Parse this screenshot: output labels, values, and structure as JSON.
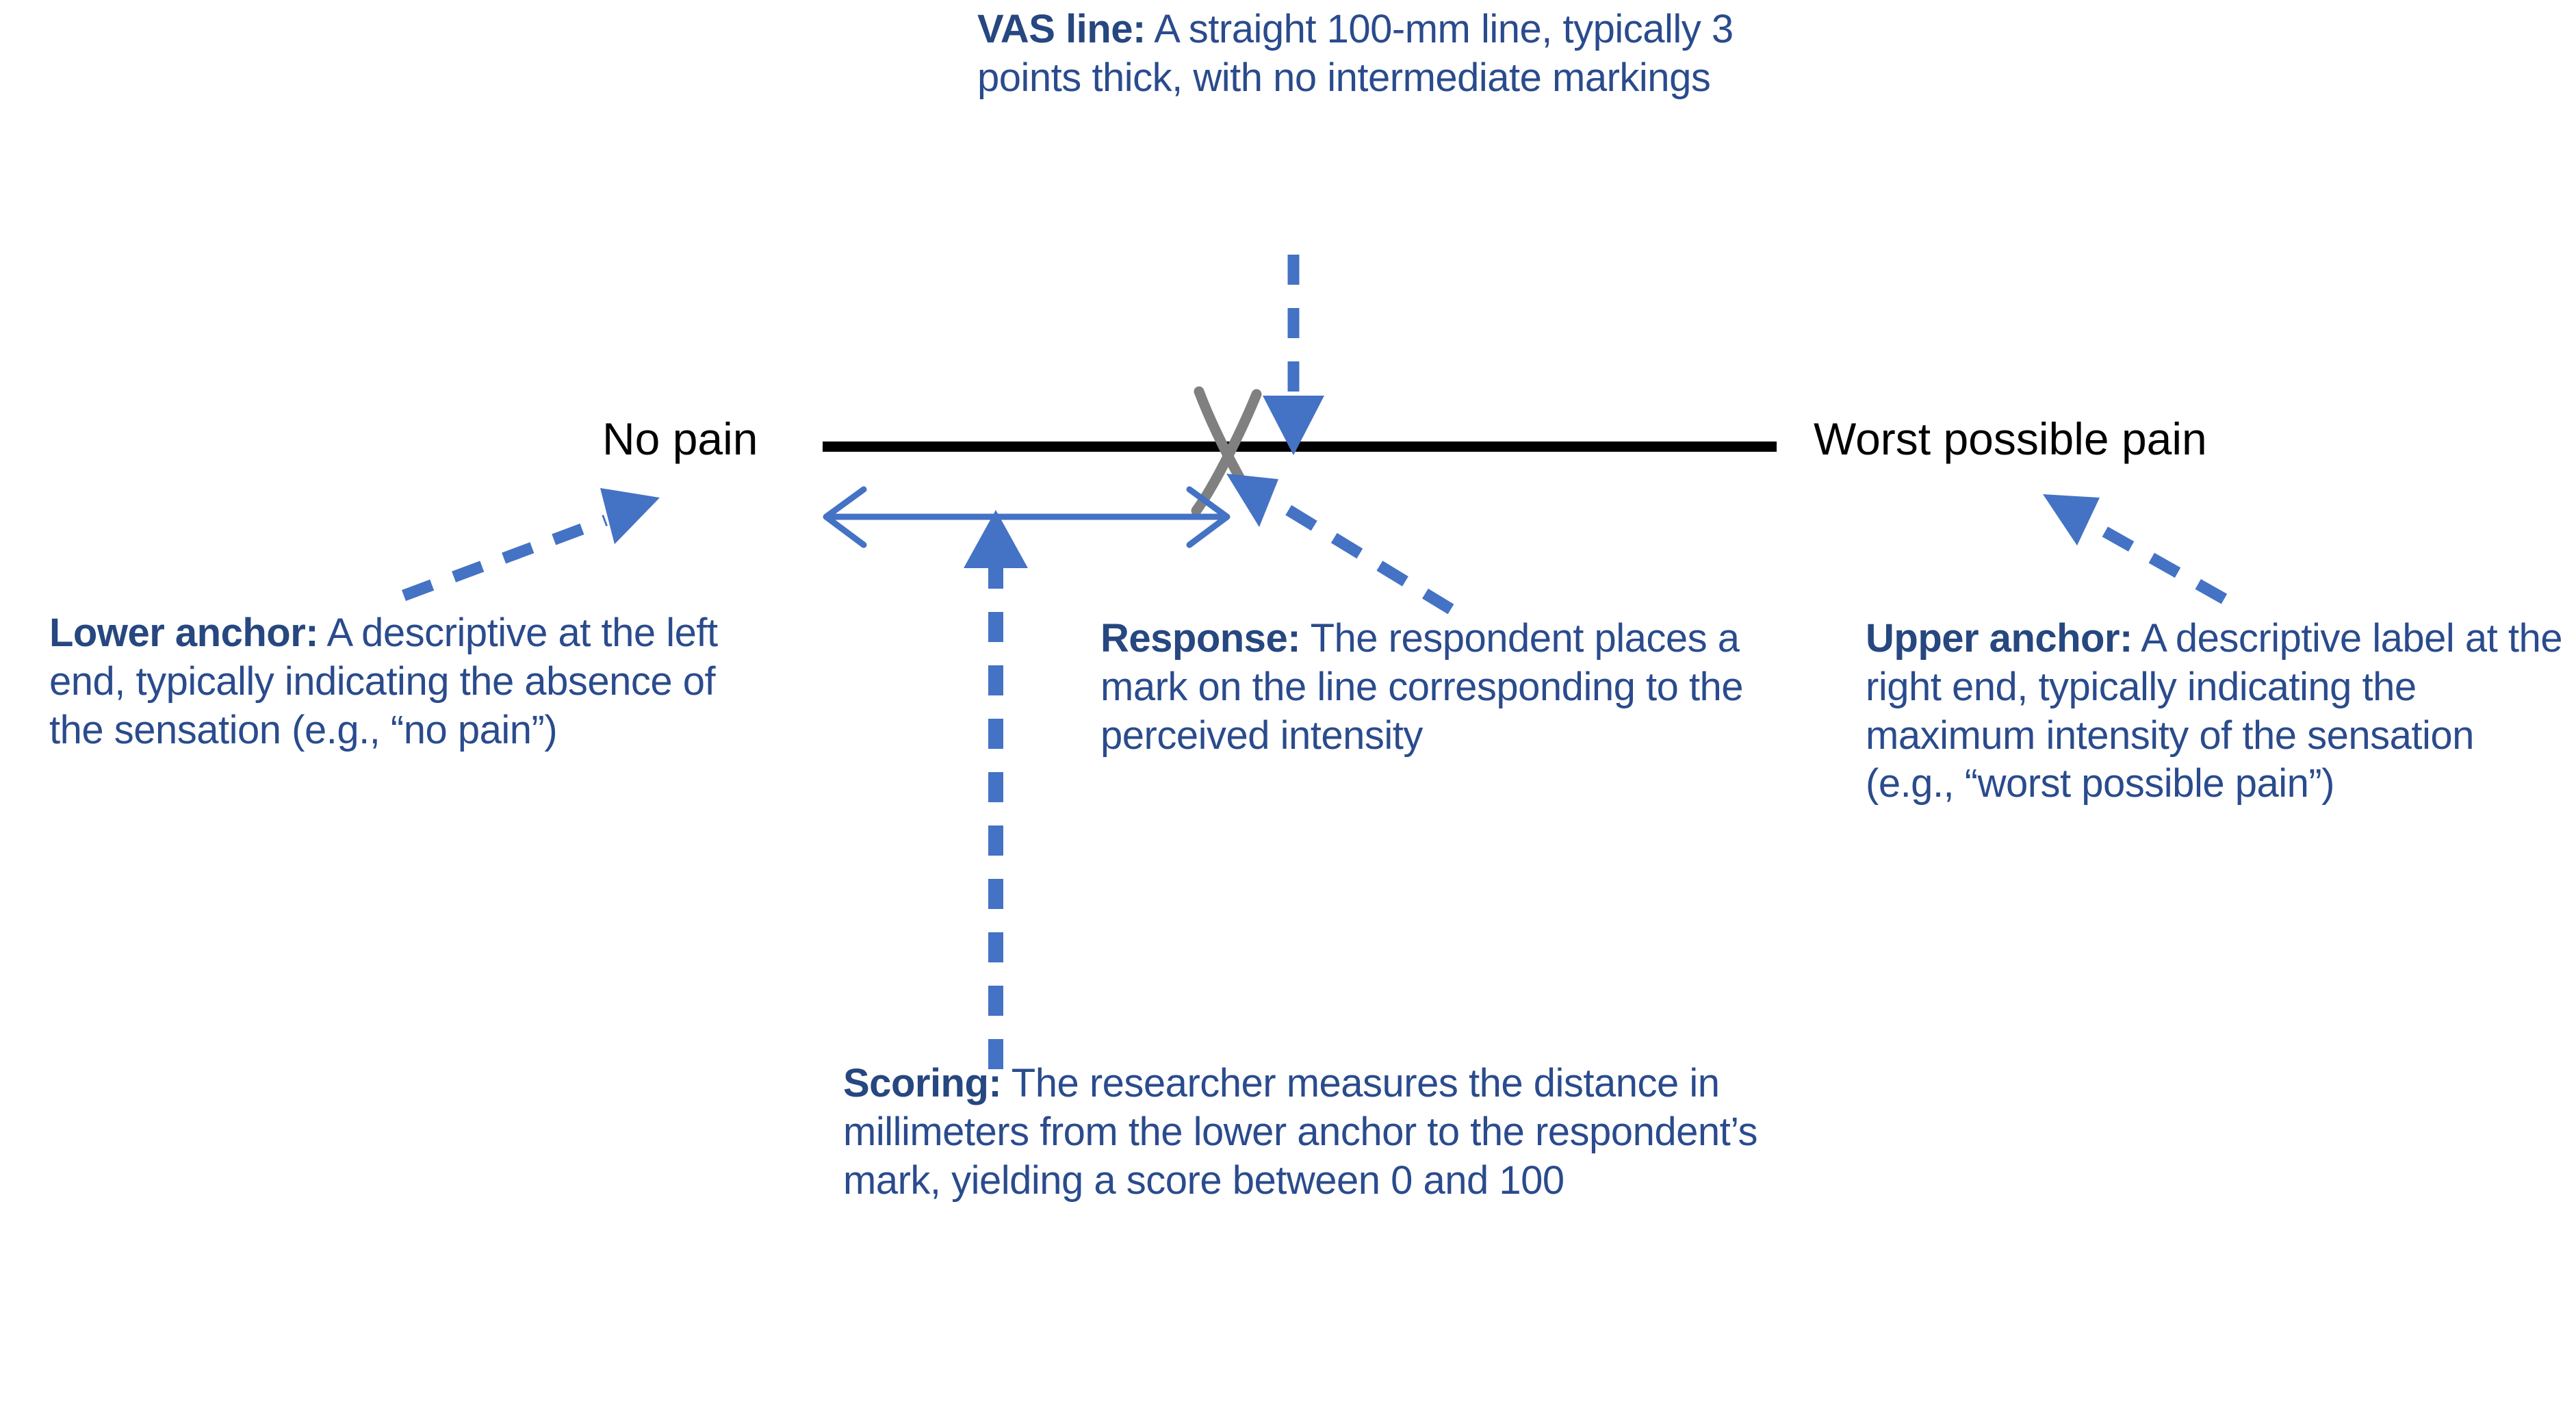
{
  "colors": {
    "arrow_blue": "#4472C4",
    "text_navy": "#2A4B8D",
    "heading_navy": "#26477F",
    "vas_line_black": "#000000",
    "response_mark_gray": "#808080",
    "background": "#FFFFFF"
  },
  "scale": {
    "lower_anchor_label": "No pain",
    "upper_anchor_label": "Worst possible pain"
  },
  "notes": {
    "vas_line": {
      "heading": "VAS line:",
      "body": " A straight 100-mm line, typically 3 points thick,  with no intermediate markings"
    },
    "lower_anchor": {
      "heading": "Lower anchor:",
      "body": " A descriptive at the left end, typically indicating the absence of the sensation (e.g., “no pain”)"
    },
    "response": {
      "heading": "Response:",
      "body": " The respondent places a mark on the line corresponding to the perceived intensity"
    },
    "upper_anchor": {
      "heading": "Upper anchor:",
      "body": " A descriptive label at the right end, typically indicating the maximum intensity of the sensation (e.g., “worst possible pain”)"
    },
    "scoring": {
      "heading": "Scoring:",
      "body": " The researcher measures the distance in millimeters from the lower anchor to the respondent’s mark, yielding a score between 0 and 100"
    }
  },
  "icons": {
    "response_mark": "x-mark-icon",
    "measure_arrow": "double-headed-measure-arrow-icon",
    "vas_pointer": "dashed-down-arrow-icon",
    "lower_pointer": "dashed-up-right-arrow-icon",
    "upper_pointer": "dashed-up-left-arrow-icon",
    "response_pointer": "dashed-up-left-arrow-icon",
    "scoring_pointer": "dashed-up-arrow-icon"
  }
}
